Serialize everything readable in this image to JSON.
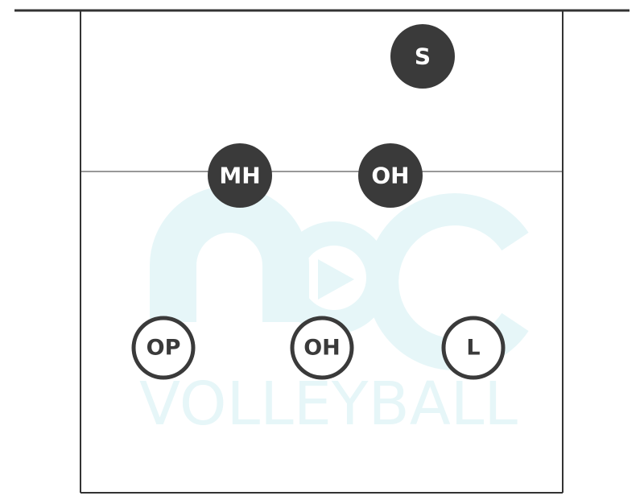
{
  "watermark": {
    "text": "VOLLEYBALL",
    "color": "#e6f6f8"
  },
  "colors": {
    "line": "#333333",
    "filled": "#3a3a3a",
    "outline": "#3a3a3a",
    "filled_text": "#ffffff",
    "outline_text": "#3a3a3a",
    "outline_fill": "#ffffff"
  },
  "players": [
    {
      "label": "S",
      "style": "filled"
    },
    {
      "label": "MH",
      "style": "filled"
    },
    {
      "label": "OH",
      "style": "filled"
    },
    {
      "label": "OP",
      "style": "outline"
    },
    {
      "label": "OH",
      "style": "outline"
    },
    {
      "label": "L",
      "style": "outline"
    }
  ]
}
